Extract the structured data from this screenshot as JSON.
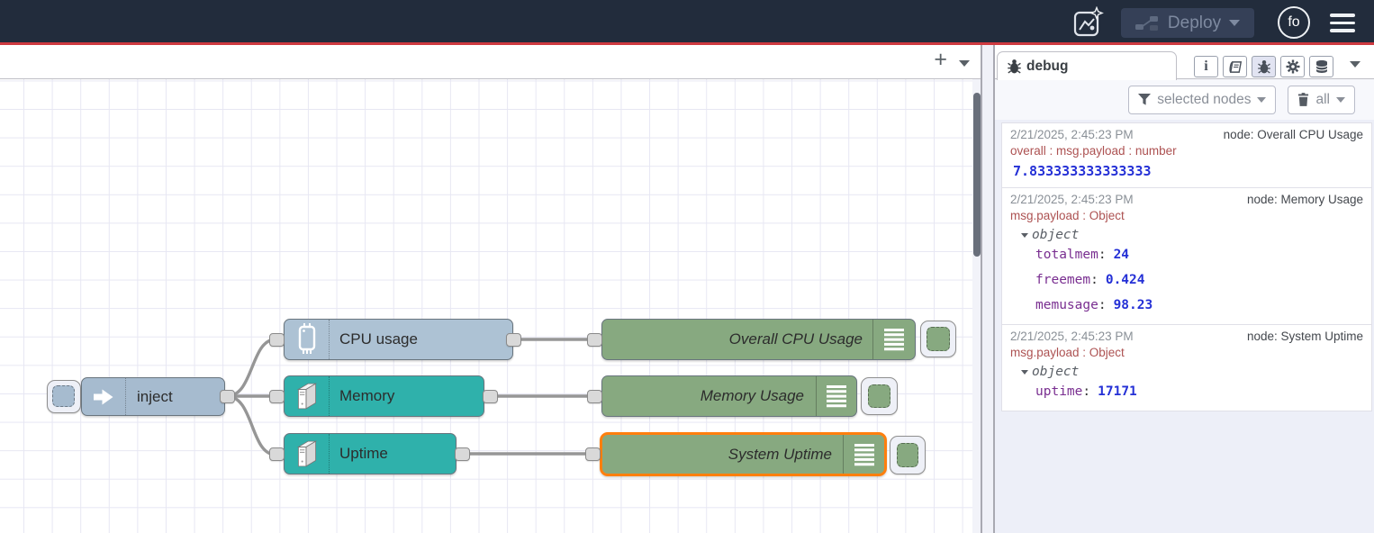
{
  "header": {
    "deploy_label": "Deploy",
    "avatar_label": "fo"
  },
  "canvas": {
    "add_flow_label": "+",
    "nodes": {
      "inject": {
        "label": "inject"
      },
      "cpu_usage": {
        "label": "CPU usage"
      },
      "memory": {
        "label": "Memory"
      },
      "uptime": {
        "label": "Uptime"
      },
      "overall_cpu": {
        "label": "Overall CPU Usage"
      },
      "memory_usage": {
        "label": "Memory Usage"
      },
      "system_uptime": {
        "label": "System Uptime"
      }
    }
  },
  "sidebar": {
    "tab_label": "debug",
    "filter_label": "selected nodes",
    "clear_label": "all",
    "messages": [
      {
        "timestamp": "2/21/2025, 2:45:23 PM",
        "node": "node: Overall CPU Usage",
        "path": "overall : msg.payload : number",
        "value": "7.833333333333333"
      },
      {
        "timestamp": "2/21/2025, 2:45:23 PM",
        "node": "node: Memory Usage",
        "path": "msg.payload : Object",
        "object_label": "object",
        "props": [
          {
            "key": "totalmem",
            "value": "24"
          },
          {
            "key": "freemem",
            "value": "0.424"
          },
          {
            "key": "memusage",
            "value": "98.23"
          }
        ]
      },
      {
        "timestamp": "2/21/2025, 2:45:23 PM",
        "node": "node: System Uptime",
        "path": "msg.payload : Object",
        "object_label": "object",
        "props": [
          {
            "key": "uptime",
            "value": "17171"
          }
        ]
      }
    ]
  },
  "colors": {
    "header_bg": "#222c3c",
    "header_accent_line": "#ce3a40",
    "inject_node_fill": "#a6bbcf",
    "cpu_node_fill": "#adc2d4",
    "os_node_fill": "#2fb1ab",
    "debug_node_fill": "#87a980",
    "selection_border": "#ff7f0e",
    "wire": "#969696",
    "msg_path_text": "#ad5252",
    "msg_key_text": "#792e90",
    "msg_number_text": "#2430d6"
  }
}
